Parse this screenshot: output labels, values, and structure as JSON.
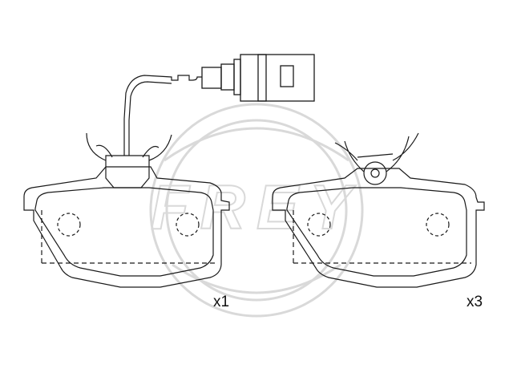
{
  "colors": {
    "line": "#1a1a1a",
    "watermark": "#d9d9d9",
    "background": "#ffffff"
  },
  "watermark": {
    "text": "FREY"
  },
  "pads": [
    {
      "name": "pad-with-sensor",
      "quantity_label": "x1"
    },
    {
      "name": "pad-with-spring-clip",
      "quantity_label": "x3"
    }
  ]
}
